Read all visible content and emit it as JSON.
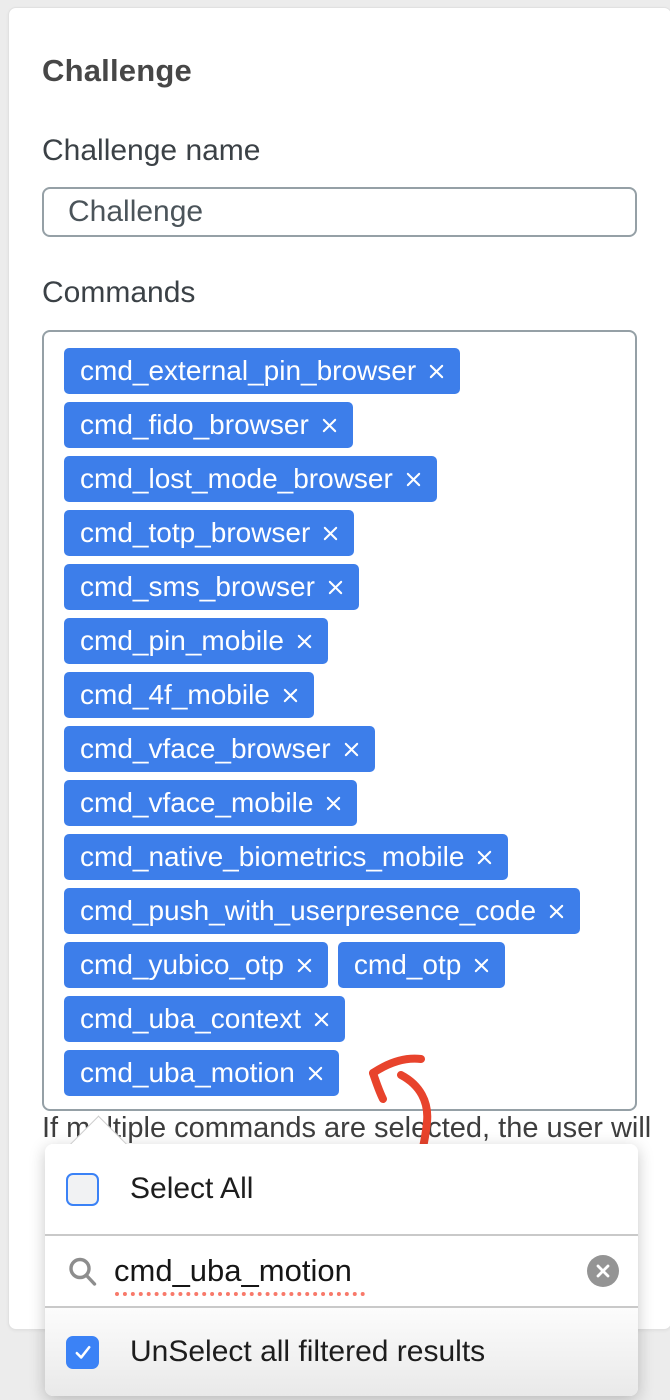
{
  "title": "Challenge",
  "challenge_name": {
    "label": "Challenge name",
    "value": "Challenge"
  },
  "commands": {
    "label": "Commands",
    "rows": [
      [
        "cmd_external_pin_browser"
      ],
      [
        "cmd_fido_browser"
      ],
      [
        "cmd_lost_mode_browser"
      ],
      [
        "cmd_totp_browser"
      ],
      [
        "cmd_sms_browser"
      ],
      [
        "cmd_pin_mobile"
      ],
      [
        "cmd_4f_mobile"
      ],
      [
        "cmd_vface_browser"
      ],
      [
        "cmd_vface_mobile"
      ],
      [
        "cmd_native_biometrics_mobile"
      ],
      [
        "cmd_push_with_userpresence_code"
      ],
      [
        "cmd_yubico_otp",
        "cmd_otp"
      ],
      [
        "cmd_uba_context"
      ],
      [
        "cmd_uba_motion"
      ]
    ]
  },
  "helper_text": "If multiple commands are selected, the user will",
  "dropdown": {
    "select_all": {
      "label": "Select All",
      "checked": false
    },
    "search": {
      "value": "cmd_uba_motion"
    },
    "unselect_filtered": {
      "label": "UnSelect all filtered results",
      "checked": true
    }
  },
  "annotation": {
    "arrow_color": "#e8432c"
  },
  "colors": {
    "page_bg": "#ececec",
    "tag_bg": "#3d7eea",
    "checkbox_blue": "#3b82f6",
    "field_border": "#95a0a6",
    "spellcheck_red": "#f8796a",
    "clear_button_gray": "#949494"
  }
}
